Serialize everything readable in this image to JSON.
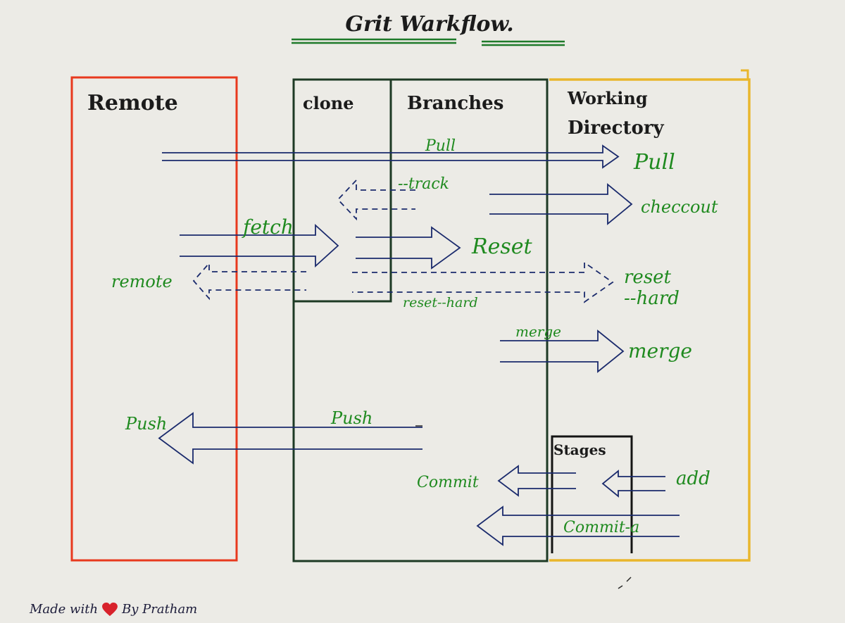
{
  "title": "Grit Warkflow.",
  "zones": {
    "remote": "Remote",
    "clone": "clone",
    "branches": "Branches",
    "working_directory_line1": "Working",
    "working_directory_line2": "Directory",
    "stages": "Stages"
  },
  "operations": {
    "pull_arrow": "Pull",
    "pull_target": "Pull",
    "track": "--track",
    "checkout": "checcout",
    "fetch": "fetch",
    "reset": "Reset",
    "remote": "remote",
    "reset_hard_line1": "reset",
    "reset_hard_line2": "--hard",
    "reset_hard_arrow": "reset--hard",
    "merge_arrow": "merge",
    "merge_target": "merge",
    "push_arrow": "Push",
    "push_target": "Push",
    "commit": "Commit",
    "add": "add",
    "commit_a": "Commit-a"
  },
  "footer": {
    "made_with": "Made with",
    "by": "By Pratham"
  },
  "colors": {
    "paper": "#ecebe6",
    "remote_box": "#e8391e",
    "repo_box": "#1d3a24",
    "working_box": "#e9b62c",
    "arrow_ink": "#1a2a6c",
    "label_green": "#1f8a1f",
    "heart": "#d8222b"
  }
}
